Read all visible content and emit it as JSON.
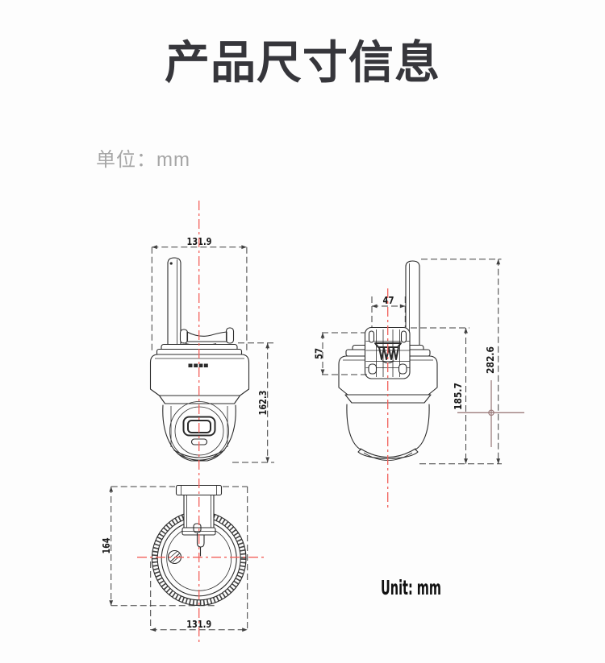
{
  "header": {
    "title": "产品尺寸信息",
    "unit_label": "单位：mm"
  },
  "drawing": {
    "unit_note": "Unit: mm",
    "front_view": {
      "width": "131.9",
      "height": "162.3"
    },
    "side_view": {
      "bracket_width": "47",
      "bracket_height": "57",
      "body_height": "185.7",
      "total_height": "282.6"
    },
    "bottom_view": {
      "depth": "164",
      "width": "131.9"
    }
  },
  "colors": {
    "ink": "#2b2b2b",
    "dim": "#3f3f3f",
    "centerline": "#f2605a",
    "datum": "#9c7d7d",
    "title": "#36363b",
    "muted": "#a6a6a6",
    "note": "#101010",
    "background": "#fdfdfd"
  }
}
